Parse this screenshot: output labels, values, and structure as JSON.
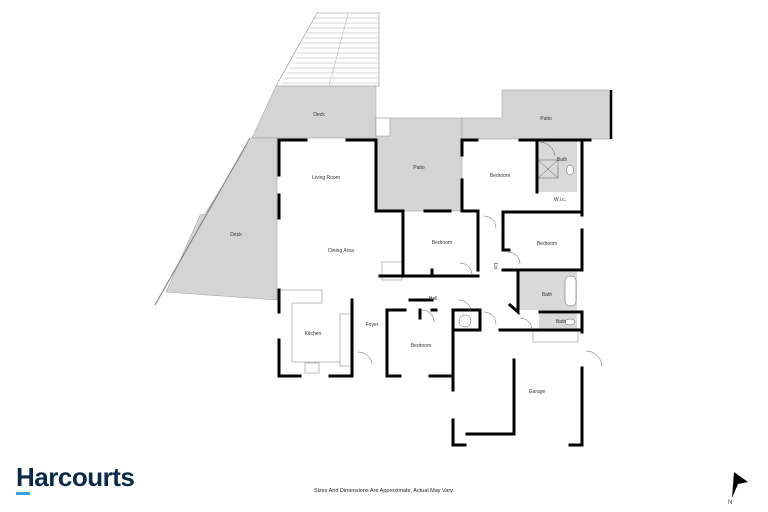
{
  "brand": {
    "name": "Harcourts",
    "text_color": "#0b2a4a",
    "accent_color": "#3aa0dc"
  },
  "disclaimer": "Sizes And Dimensions Are Approximate, Actual May Vary.",
  "compass": {
    "label": "N",
    "icon": "north-arrow-icon"
  },
  "rooms": {
    "deck_top": "Deck",
    "deck_left": "Deck",
    "patio_center": "Patio",
    "patio_top_right": "Patio",
    "living_room": "Living Room",
    "dining_area": "Dining Area",
    "kitchen": "Kitchen",
    "foyer": "Foyer",
    "hall": "Hall",
    "bedroom_master": "Bedroom",
    "ensuite": "Bath",
    "wic": "W.i.c.",
    "bedroom_2": "Bedroom",
    "bedroom_3": "Bedroom",
    "bedroom_4": "Bedroom",
    "bath_main": "Bath",
    "bath_small": "Bath",
    "garage": "Garage",
    "linen": "Lin"
  },
  "colors": {
    "outdoor_fill": "#d4d4d4",
    "wall": "#000000",
    "wet_fill": "#d9d9d9"
  }
}
